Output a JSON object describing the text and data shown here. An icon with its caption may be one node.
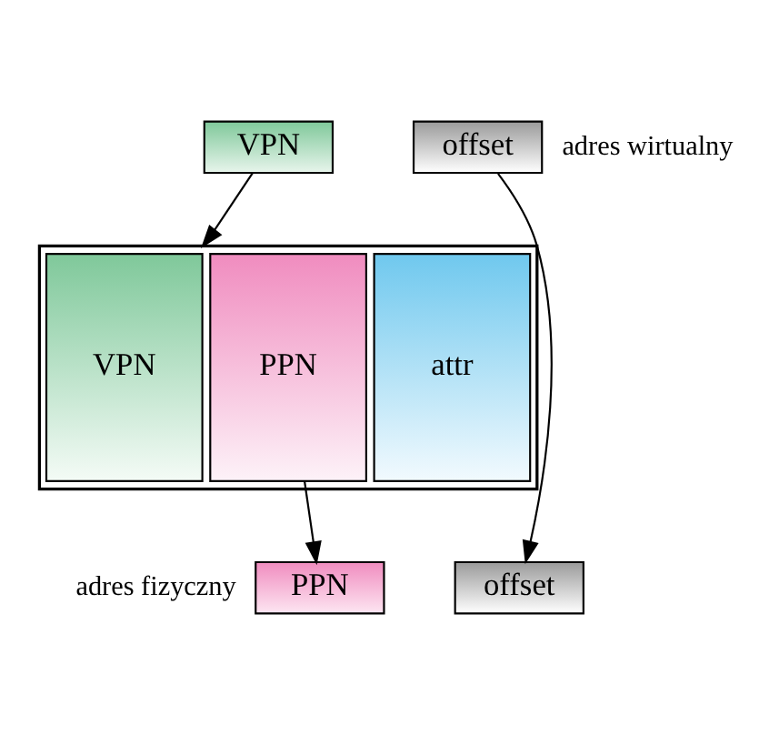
{
  "diagram": {
    "nodes": [
      {
        "text": [
          "VPN"
        ]
      },
      {
        "text": [
          "offset"
        ]
      },
      {
        "text": [],
        "shape": "box"
      },
      {
        "text": [
          "VPN"
        ],
        "in": 2
      },
      {
        "text": [
          "PPN"
        ],
        "in": 2
      },
      {
        "text": [
          "attr"
        ],
        "in": 2
      },
      {
        "text": [
          "PPN"
        ]
      },
      {
        "text": [
          "offset"
        ]
      }
    ],
    "edges": [
      {
        "from": 0,
        "to": 2,
        "arrow": "to"
      },
      {
        "from": 1,
        "to": 7,
        "arrow": "to"
      },
      {
        "from": 4,
        "to": 6,
        "arrow": "to"
      }
    ],
    "labels": [
      "adres wirtualny",
      "adres fizyczny"
    ]
  }
}
